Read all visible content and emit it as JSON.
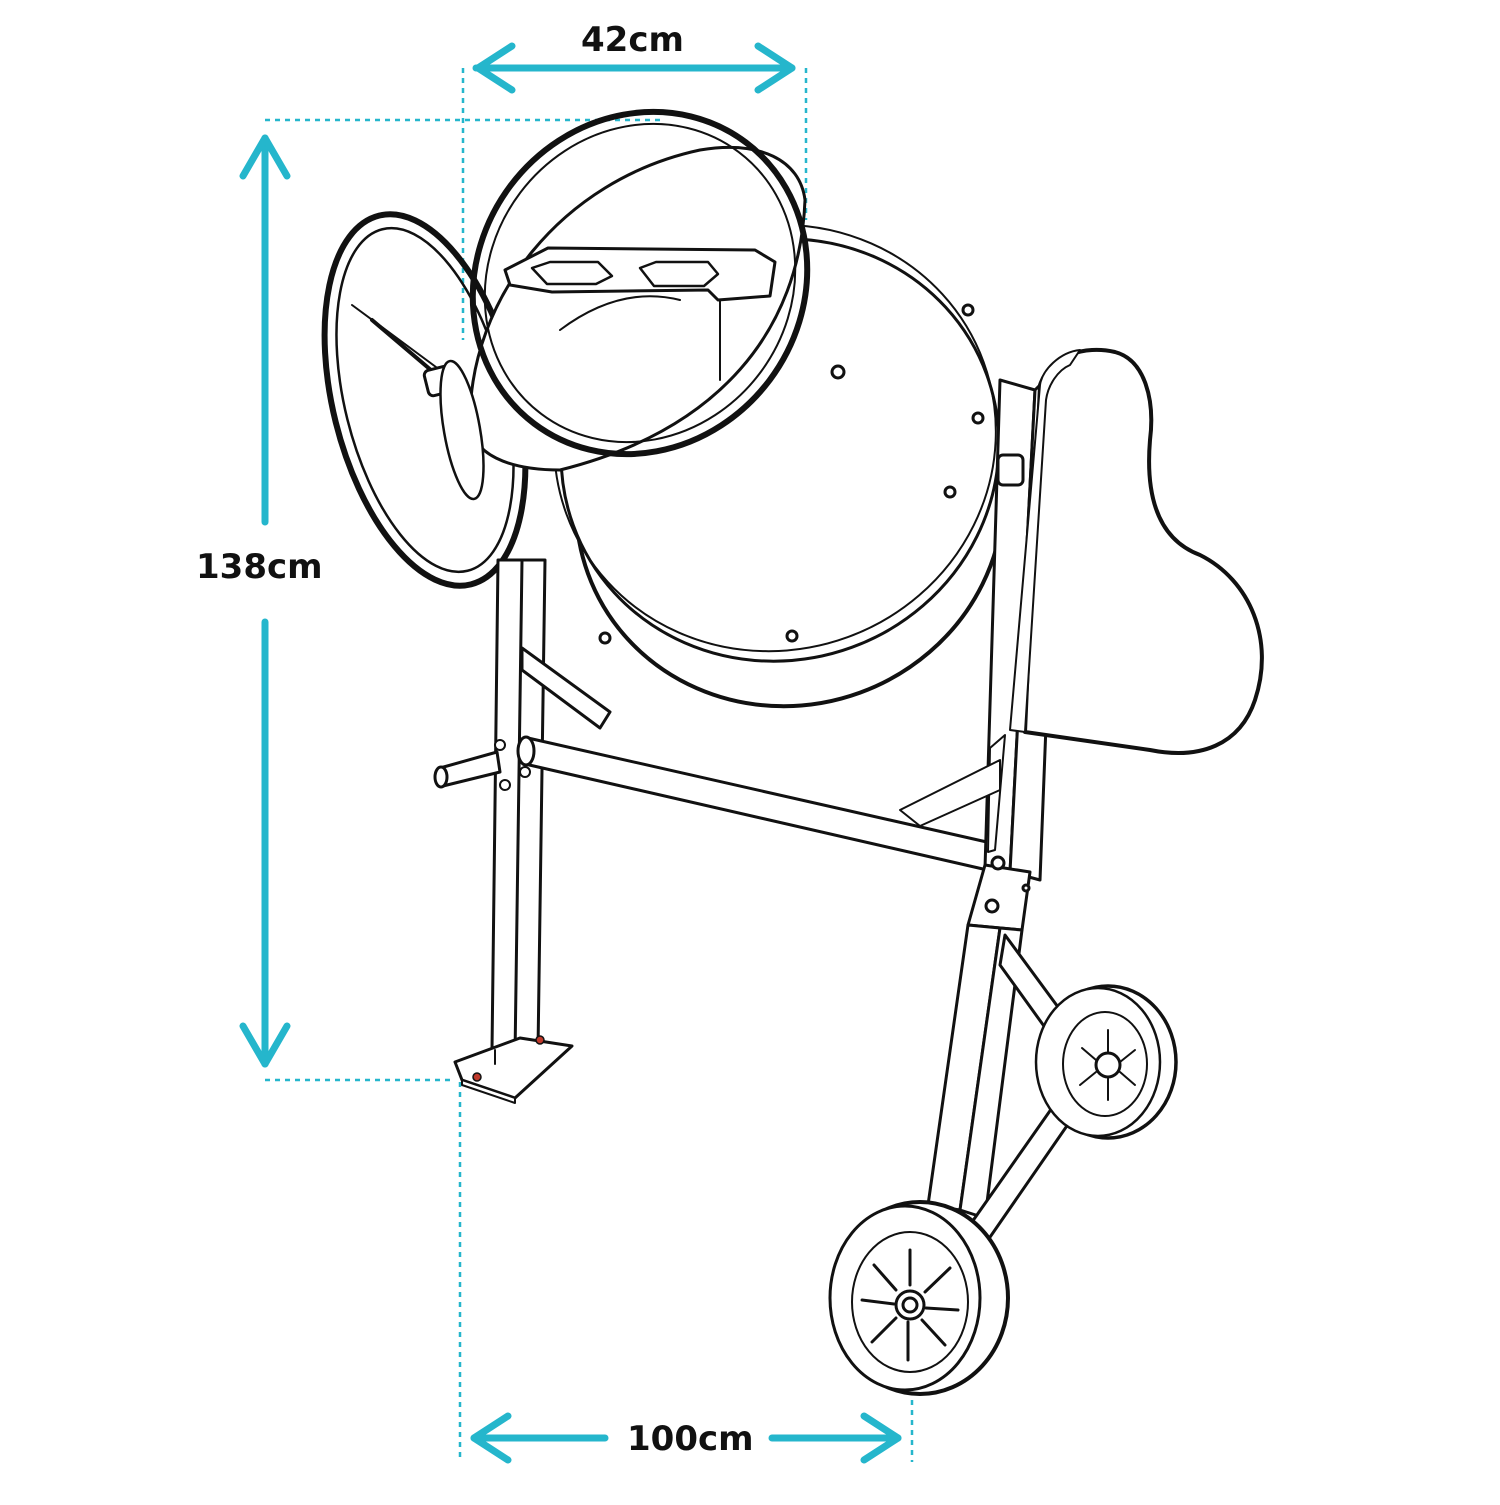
{
  "colors": {
    "accent": "#25b6cc",
    "outline": "#111111",
    "background": "#ffffff",
    "bolt_red": "#c0392b"
  },
  "dimensions": {
    "drum_opening_width": "42cm",
    "total_height": "138cm",
    "total_depth": "100cm"
  }
}
